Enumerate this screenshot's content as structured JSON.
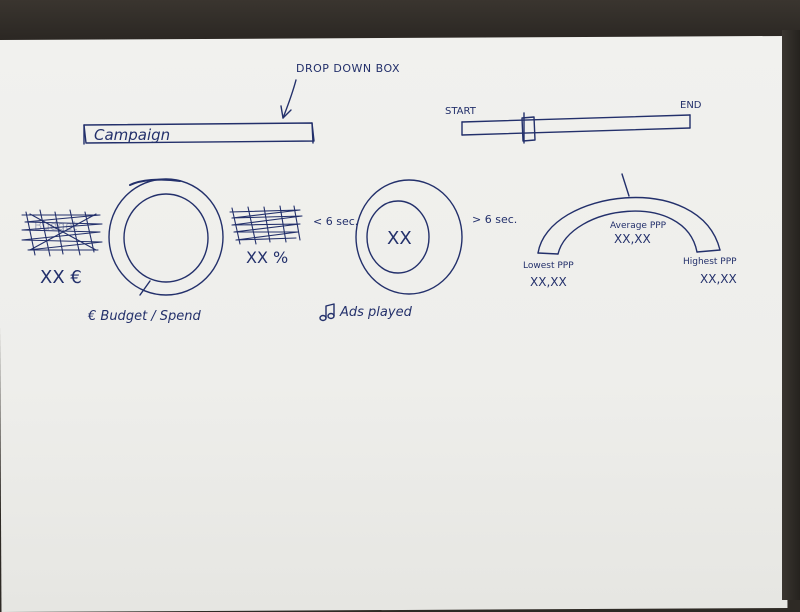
{
  "annotations": {
    "dropdown_note": "DROP DOWN BOX",
    "start_label": "START",
    "end_label": "END"
  },
  "dropdown": {
    "value": "Campaign"
  },
  "budget_widget": {
    "scribbled_label": "Budget",
    "left_value": "XX €",
    "right_value": "XX %",
    "caption": "€ Budget / Spend"
  },
  "ads_widget": {
    "center_value": "XX",
    "left_label": "< 6 sec.",
    "right_label": "> 6 sec.",
    "caption": "Ads played"
  },
  "ppp_gauge": {
    "average_label": "Average PPP",
    "average_value": "XX,XX",
    "lowest_label": "Lowest PPP",
    "lowest_value": "XX,XX",
    "highest_label": "Highest PPP",
    "highest_value": "XX,XX"
  },
  "colors": {
    "ink": "#23306b",
    "paper": "#efefec",
    "background": "#2e2a25"
  }
}
